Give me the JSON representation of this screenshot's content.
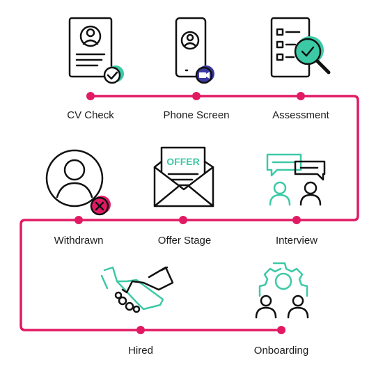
{
  "colors": {
    "path": "#e21a63",
    "stroke": "#111111",
    "teal": "#3cc9a6",
    "indigo": "#3a3aa0",
    "red": "#e21a63"
  },
  "stages": [
    {
      "label": "CV Check",
      "icon": "cv-check-icon"
    },
    {
      "label": "Phone Screen",
      "icon": "phone-screen-icon"
    },
    {
      "label": "Assessment",
      "icon": "assessment-icon"
    },
    {
      "label": "Interview",
      "icon": "interview-icon"
    },
    {
      "label": "Offer Stage",
      "icon": "offer-icon",
      "icon_text": "OFFER"
    },
    {
      "label": "Withdrawn",
      "icon": "withdrawn-icon"
    },
    {
      "label": "Hired",
      "icon": "handshake-icon"
    },
    {
      "label": "Onboarding",
      "icon": "onboarding-icon"
    }
  ]
}
